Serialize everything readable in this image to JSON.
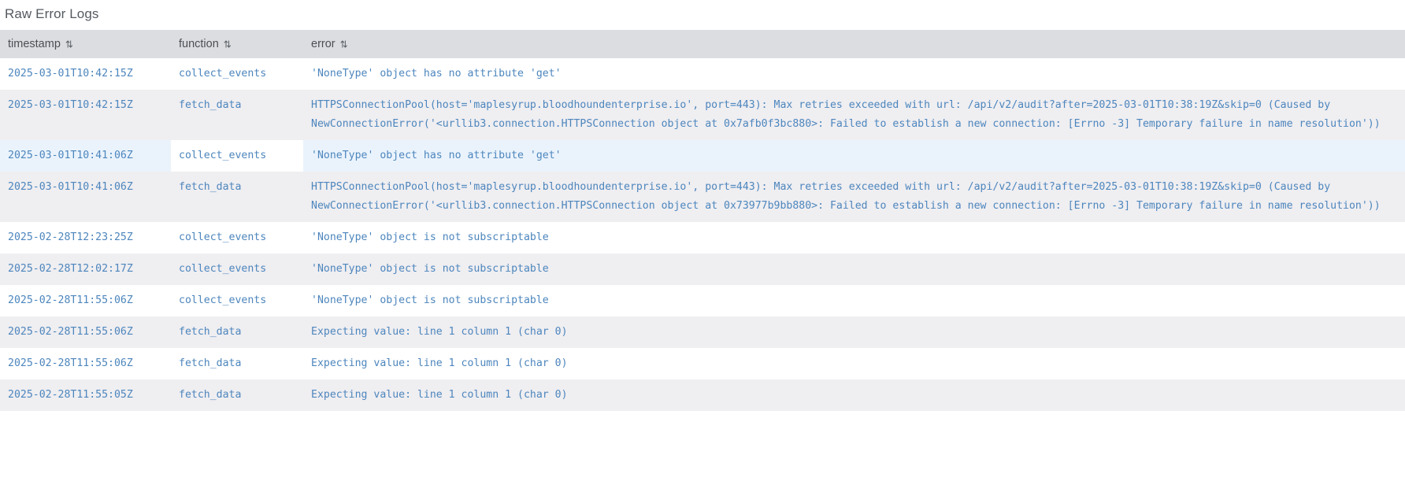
{
  "panel": {
    "title": "Raw Error Logs"
  },
  "table": {
    "sort_icon": "⇅",
    "columns": [
      {
        "key": "timestamp",
        "label": "timestamp"
      },
      {
        "key": "function",
        "label": "function"
      },
      {
        "key": "error",
        "label": "error"
      }
    ],
    "rows": [
      {
        "timestamp": "2025-03-01T10:42:15Z",
        "function": "collect_events",
        "error": "'NoneType' object has no attribute 'get'",
        "style": "odd"
      },
      {
        "timestamp": "2025-03-01T10:42:15Z",
        "function": "fetch_data",
        "error": "HTTPSConnectionPool(host='maplesyrup.bloodhoundenterprise.io', port=443): Max retries exceeded with url: /api/v2/audit?after=2025-03-01T10:38:19Z&skip=0 (Caused by NewConnectionError('<urllib3.connection.HTTPSConnection object at 0x7afb0f3bc880>: Failed to establish a new connection: [Errno -3] Temporary failure in name resolution'))",
        "style": "even"
      },
      {
        "timestamp": "2025-03-01T10:41:06Z",
        "function": "collect_events",
        "error": "'NoneType' object has no attribute 'get'",
        "style": "highlight",
        "hover_cell": "function"
      },
      {
        "timestamp": "2025-03-01T10:41:06Z",
        "function": "fetch_data",
        "error": "HTTPSConnectionPool(host='maplesyrup.bloodhoundenterprise.io', port=443): Max retries exceeded with url: /api/v2/audit?after=2025-03-01T10:38:19Z&skip=0 (Caused by NewConnectionError('<urllib3.connection.HTTPSConnection object at 0x73977b9bb880>: Failed to establish a new connection: [Errno -3] Temporary failure in name resolution'))",
        "style": "even"
      },
      {
        "timestamp": "2025-02-28T12:23:25Z",
        "function": "collect_events",
        "error": "'NoneType' object is not subscriptable",
        "style": "odd"
      },
      {
        "timestamp": "2025-02-28T12:02:17Z",
        "function": "collect_events",
        "error": "'NoneType' object is not subscriptable",
        "style": "even"
      },
      {
        "timestamp": "2025-02-28T11:55:06Z",
        "function": "collect_events",
        "error": "'NoneType' object is not subscriptable",
        "style": "odd"
      },
      {
        "timestamp": "2025-02-28T11:55:06Z",
        "function": "fetch_data",
        "error": "Expecting value: line 1 column 1 (char 0)",
        "style": "even"
      },
      {
        "timestamp": "2025-02-28T11:55:06Z",
        "function": "fetch_data",
        "error": "Expecting value: line 1 column 1 (char 0)",
        "style": "odd"
      },
      {
        "timestamp": "2025-02-28T11:55:05Z",
        "function": "fetch_data",
        "error": "Expecting value: line 1 column 1 (char 0)",
        "style": "even"
      }
    ]
  }
}
